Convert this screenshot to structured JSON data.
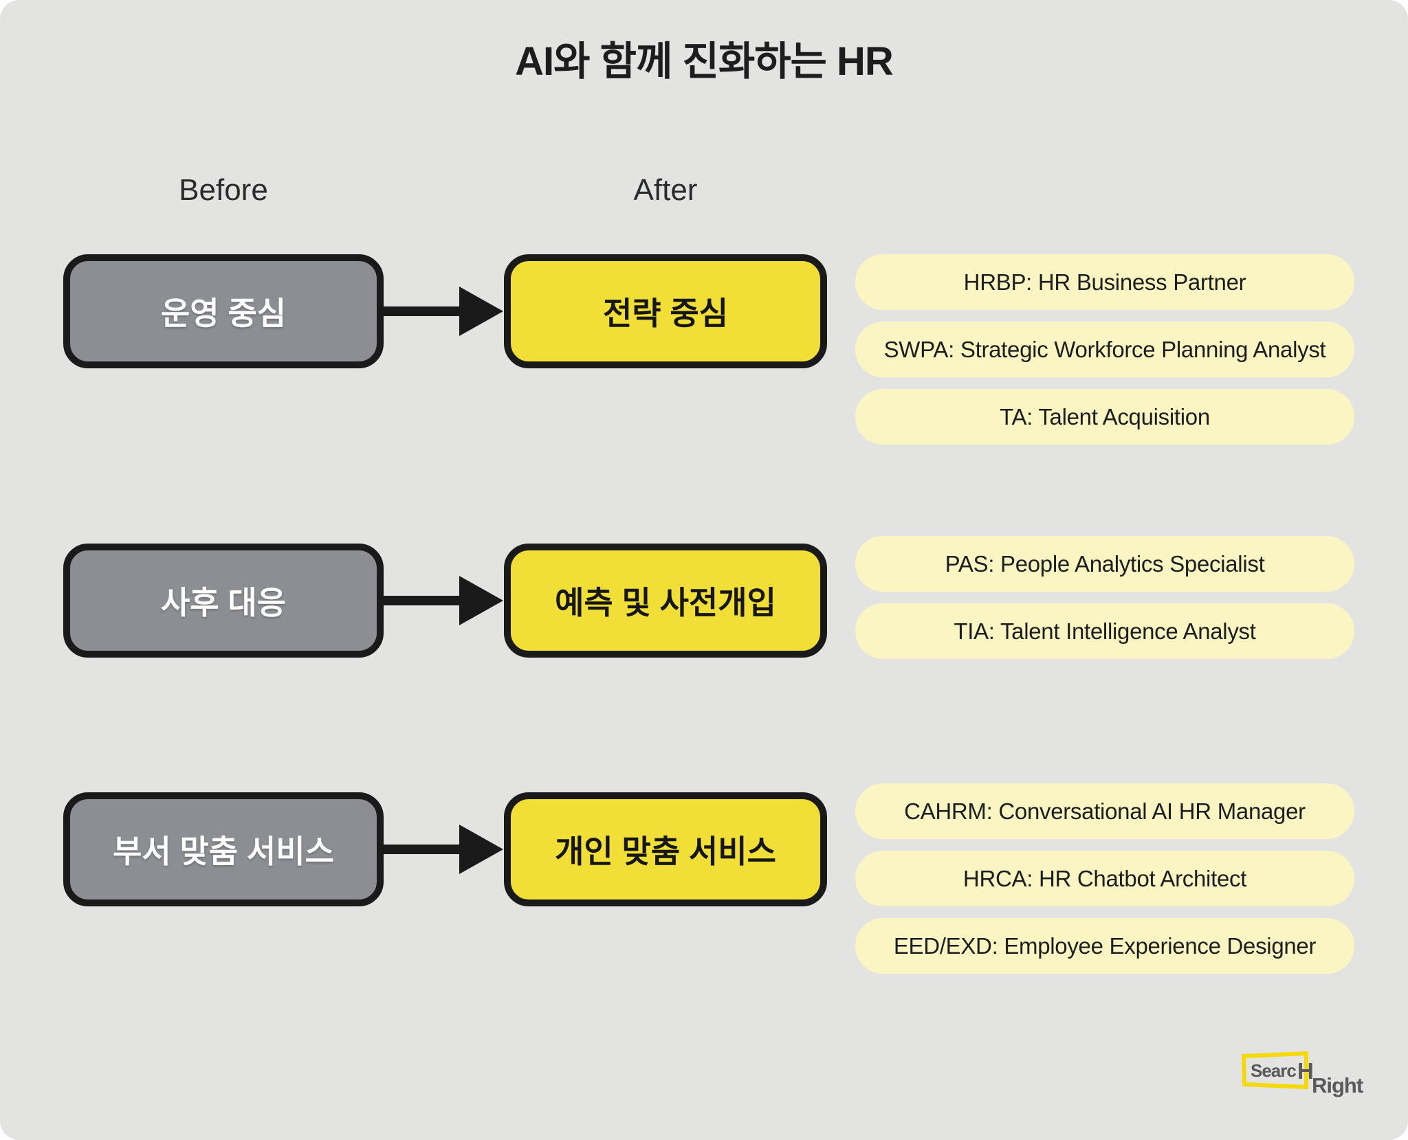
{
  "title": "AI와 함께 진화하는 HR",
  "columns": {
    "before": "Before",
    "after": "After"
  },
  "rows": [
    {
      "before": "운영 중심",
      "after": "전략 중심",
      "roles": [
        "HRBP: HR Business Partner",
        "SWPA: Strategic Workforce Planning Analyst",
        "TA: Talent Acquisition"
      ]
    },
    {
      "before": "사후 대응",
      "after": "예측 및 사전개입",
      "roles": [
        "PAS: People Analytics Specialist",
        "TIA: Talent Intelligence Analyst"
      ]
    },
    {
      "before": "부서 맞춤 서비스",
      "after": "개인 맞춤 서비스",
      "roles": [
        "CAHRM: Conversational AI HR Manager",
        "HRCA: HR Chatbot Architect",
        "EED/EXD: Employee Experience Designer"
      ]
    }
  ],
  "logo": {
    "part1": "Searc",
    "part2": "H",
    "part3": "Right"
  },
  "colors": {
    "background": "#E3E3E1",
    "gray_box": "#8C8E94",
    "yellow_box": "#F1DF38",
    "pill": "#FAF5C2",
    "border": "#1A1A1A",
    "arrow": "#1A1A1A",
    "logo_yellow": "#F5D90A",
    "logo_text": "#59595B"
  }
}
